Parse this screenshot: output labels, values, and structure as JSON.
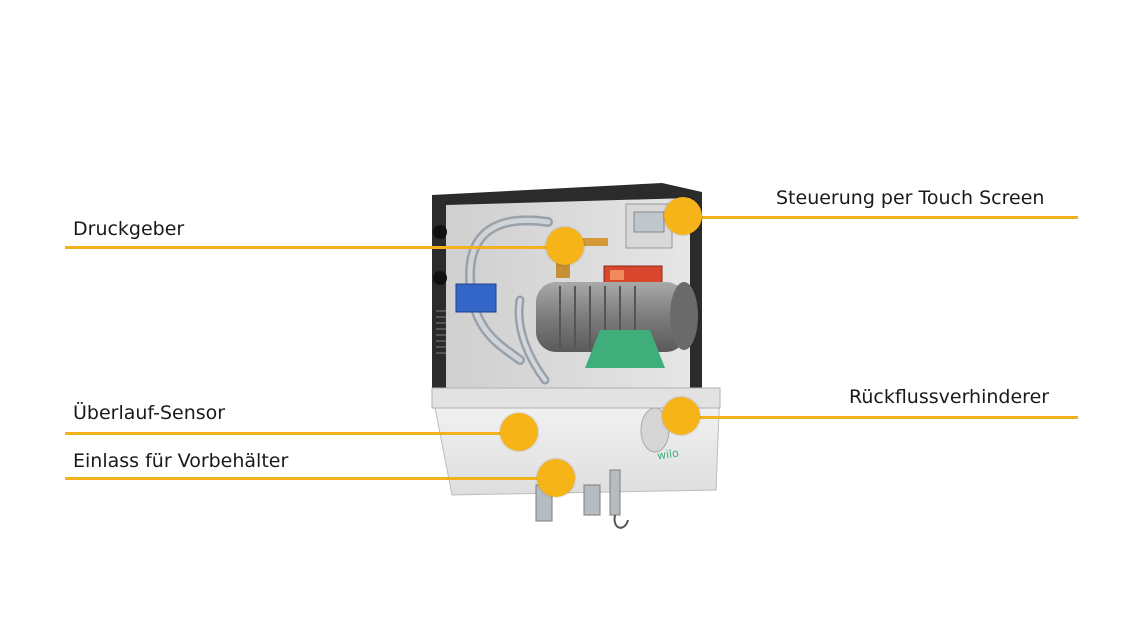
{
  "labels": {
    "druckgeber": "Druckgeber",
    "steuerung": "Steuerung per Touch Screen",
    "ueberlauf": "Überlauf-Sensor",
    "rueckfluss": "Rückflussverhinderer",
    "einlass": "Einlass für Vorbehälter",
    "brand": "wilo"
  },
  "colors": {
    "accent": "#f6b418",
    "leader": "#f2b21a",
    "housing": "#2b2b2b",
    "tank": "#e9e9e9",
    "pump_body": "#8d8d8d",
    "pump_base": "#3fae7a",
    "valve": "#3466c8",
    "relay": "#d9462e"
  }
}
